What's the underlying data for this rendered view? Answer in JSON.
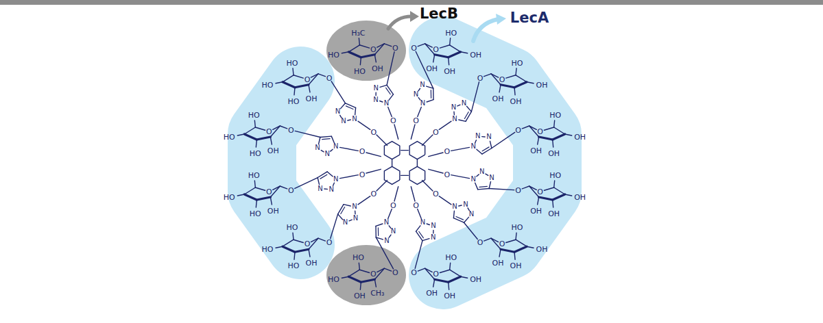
{
  "diagram": {
    "labels": [
      "LecB",
      "LecA",
      "O",
      "N",
      "N",
      "N",
      "O",
      "O",
      "HO",
      "H₃C",
      "HO",
      "OH",
      "O",
      "N",
      "N",
      "N",
      "O",
      "O",
      "OH",
      "HO",
      "OH",
      "OH",
      "O",
      "N",
      "N",
      "N",
      "O",
      "O",
      "OH",
      "HO",
      "OH",
      "OH",
      "O",
      "N",
      "N",
      "N",
      "O",
      "O",
      "OH",
      "HO",
      "OH",
      "OH",
      "O",
      "N",
      "N",
      "N",
      "O",
      "O",
      "OH",
      "HO",
      "OH",
      "OH",
      "O",
      "N",
      "N",
      "N",
      "O",
      "O",
      "OH",
      "HO",
      "OH",
      "OH",
      "O",
      "N",
      "N",
      "N",
      "O",
      "O",
      "OH",
      "HO",
      "OH",
      "OH",
      "O",
      "N",
      "N",
      "N",
      "O",
      "O",
      "HO",
      "HO",
      "OH",
      "CH₃",
      "O",
      "N",
      "N",
      "N",
      "O",
      "O",
      "HO",
      "HO",
      "HO",
      "OH",
      "O",
      "N",
      "N",
      "N",
      "O",
      "O",
      "HO",
      "HO",
      "HO",
      "OH",
      "O",
      "N",
      "N",
      "N",
      "O",
      "O",
      "HO",
      "HO",
      "HO",
      "OH",
      "O",
      "N",
      "N",
      "N",
      "O",
      "O",
      "HO",
      "HO",
      "HO",
      "OH"
    ]
  }
}
